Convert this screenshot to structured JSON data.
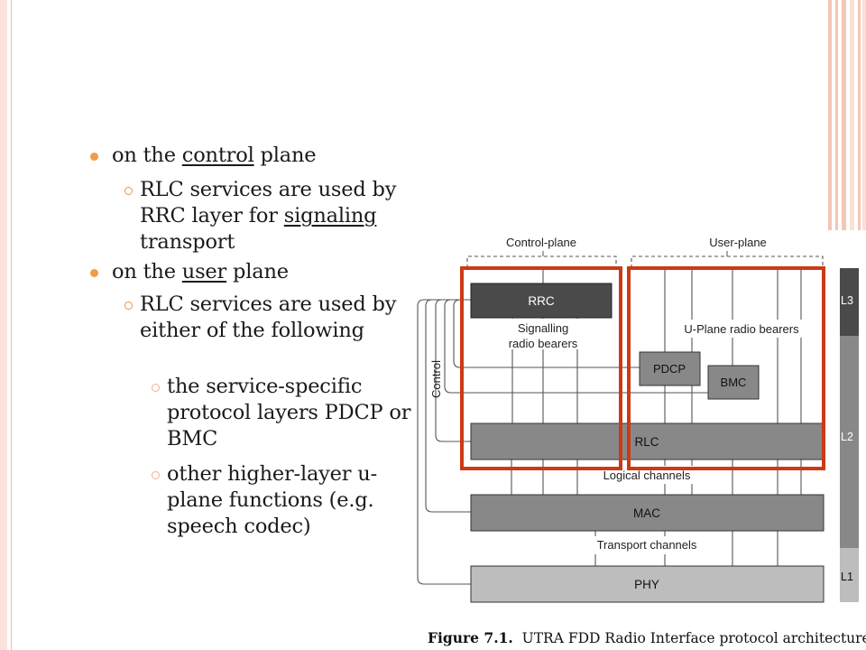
{
  "slide": {
    "bullets": [
      {
        "level": 1,
        "parts": [
          {
            "text": "on the "
          },
          {
            "text": "control",
            "u": true
          },
          {
            "text": " plane"
          }
        ]
      },
      {
        "level": 2,
        "parts": [
          {
            "text": "RLC services are used by RRC layer for "
          },
          {
            "text": "signaling",
            "u": true
          },
          {
            "text": " transport"
          }
        ]
      },
      {
        "level": 1,
        "parts": [
          {
            "text": "on the "
          },
          {
            "text": "user",
            "u": true
          },
          {
            "text": " plane"
          }
        ]
      },
      {
        "level": 2,
        "parts": [
          {
            "text": "RLC services are used by either of the following"
          }
        ]
      },
      {
        "level": 3,
        "parts": [
          {
            "text": "the service-specific protocol layers PDCP or BMC"
          }
        ]
      },
      {
        "level": 3,
        "parts": [
          {
            "text": "other higher-layer u-plane functions (e.g. speech codec)"
          }
        ]
      }
    ]
  },
  "figure": {
    "labels": {
      "control_plane": "Control-plane",
      "user_plane": "User-plane",
      "rrc": "RRC",
      "signalling_1": "Signalling",
      "signalling_2": "radio bearers",
      "uplane_bearers": "U-Plane radio bearers",
      "pdcp": "PDCP",
      "bmc": "BMC",
      "control": "Control",
      "rlc": "RLC",
      "logical_channels": "Logical channels",
      "mac": "MAC",
      "transport_channels": "Transport channels",
      "phy": "PHY",
      "l3": "L3",
      "l2": "L2",
      "l1": "L1"
    },
    "caption_bold": "Figure 7.1.",
    "caption_text": "UTRA FDD Radio Interface protocol architecture"
  },
  "colors": {
    "rrc_fill": "#4a4a4a",
    "layer_fill": "#888888",
    "phy_fill": "#bdbdbd",
    "highlight_border": "#cc3a15",
    "bullet": "#f19a4a",
    "frame": "#f0b8aa"
  }
}
